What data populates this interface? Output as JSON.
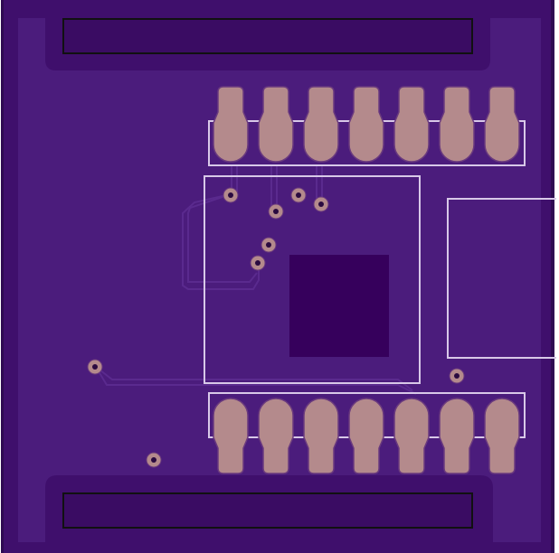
{
  "board": {
    "colors": {
      "background": "#ffffff",
      "substrate": "#4a1a7a",
      "copper_pour": "#42106f",
      "copper_dark": "#3a0c63",
      "trace_outline": "#5a2a8e",
      "pad": "#b48a8c",
      "pad_outline": "#6a3a7e",
      "via_ring": "#b48a8c",
      "via_hole": "#2a0a40",
      "silkscreen": "#d8c8e8",
      "slot_outline": "#111111",
      "thermal_pad": "#36005c"
    },
    "top_pads": {
      "count": 7
    },
    "bottom_pads": {
      "count": 7
    },
    "vias": {
      "count": 9
    }
  }
}
